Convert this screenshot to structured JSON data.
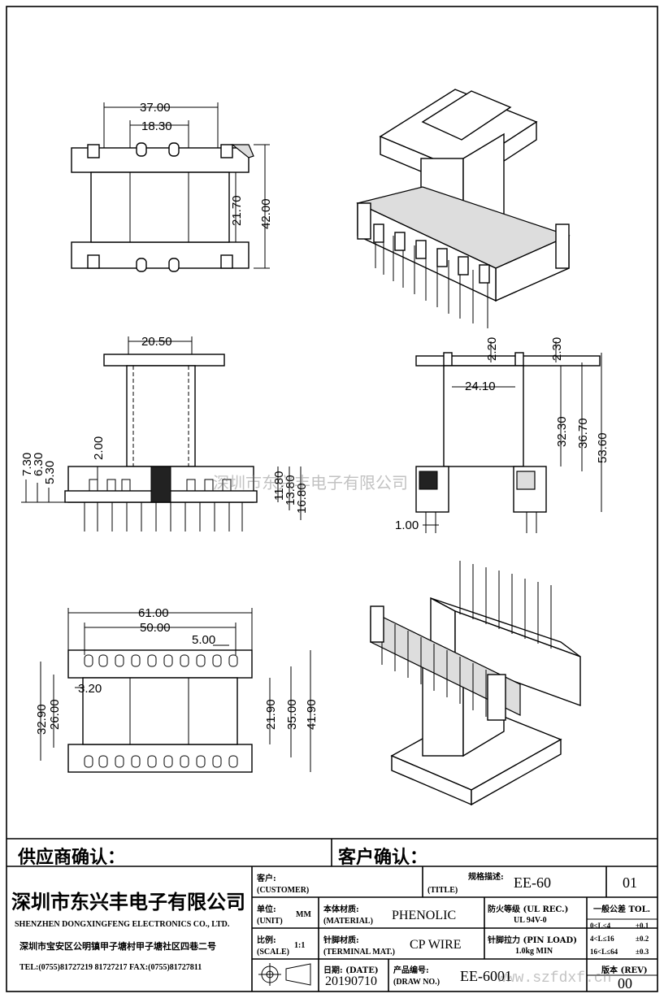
{
  "drawing": {
    "top_view_dims": [
      "37.00",
      "18.30",
      "21.70",
      "42.00"
    ],
    "front_view_dims": [
      "20.50",
      "2.00",
      "7.30",
      "6.30",
      "5.30",
      "11.80",
      "13.80",
      "16.80"
    ],
    "side_view_dims": [
      "2.20",
      "2.30",
      "24.10",
      "32.30",
      "36.70",
      "53.60",
      "1.00"
    ],
    "bottom_view_dims": [
      "61.00",
      "50.00",
      "5.00",
      "3.20",
      "32.90",
      "26.00",
      "21.90",
      "35.00",
      "41.90"
    ]
  },
  "watermark": {
    "center": "深圳市东兴丰电子有限公司",
    "corner": "www.szfdxf.cn"
  },
  "title_block": {
    "supplier_confirm": "供应商确认：",
    "customer_confirm": "客户确认：",
    "company_cn": "深圳市东兴丰电子有限公司",
    "company_en": "SHENZHEN DONGXINGFENG ELECTRONICS CO., LTD.",
    "address": "深圳市宝安区公明镇甲子塘村甲子塘社区四巷二号",
    "tel_fax": "TEL:(0755)81727219  81727217   FAX:(0755)81727811",
    "customer_label": "客户:",
    "customer_label_en": "(CUSTOMER)",
    "spec_label": "规格描述:",
    "title_label_en": "(TITLE)",
    "title_value": "EE-60",
    "sheet_no": "01",
    "unit_label": "单位:",
    "unit_label_en": "(UNIT)",
    "unit_value": "MM",
    "material_label": "本体材质:",
    "material_label_en": "(MATERIAL)",
    "material_value": "PHENOLIC",
    "ul_label": "防火等级 (UL REC.)",
    "ul_value": "UL 94V-0",
    "tol_label": "一般公差 TOL.",
    "tol_rows": [
      {
        "range": "0<L≤4",
        "tol": "±0.1"
      },
      {
        "range": "4<L≤16",
        "tol": "±0.2"
      },
      {
        "range": "16<L≤64",
        "tol": "±0.3"
      }
    ],
    "scale_label": "比例:",
    "scale_label_en": "(SCALE)",
    "scale_value": "1:1",
    "terminal_label": "针脚材质:",
    "terminal_label_en": "(TERMINAL MAT.)",
    "terminal_value": "CP WIRE",
    "pin_load_label": "针脚拉力 (PIN LOAD)",
    "pin_load_value": "1.0kg MIN",
    "date_label": "日期: (DATE)",
    "date_value": "20190710",
    "draw_no_label": "产品编号:",
    "draw_no_label_en": "(DRAW NO.)",
    "draw_no_value": "EE-6001",
    "rev_label": "版本 (REV)",
    "rev_value": "00"
  }
}
